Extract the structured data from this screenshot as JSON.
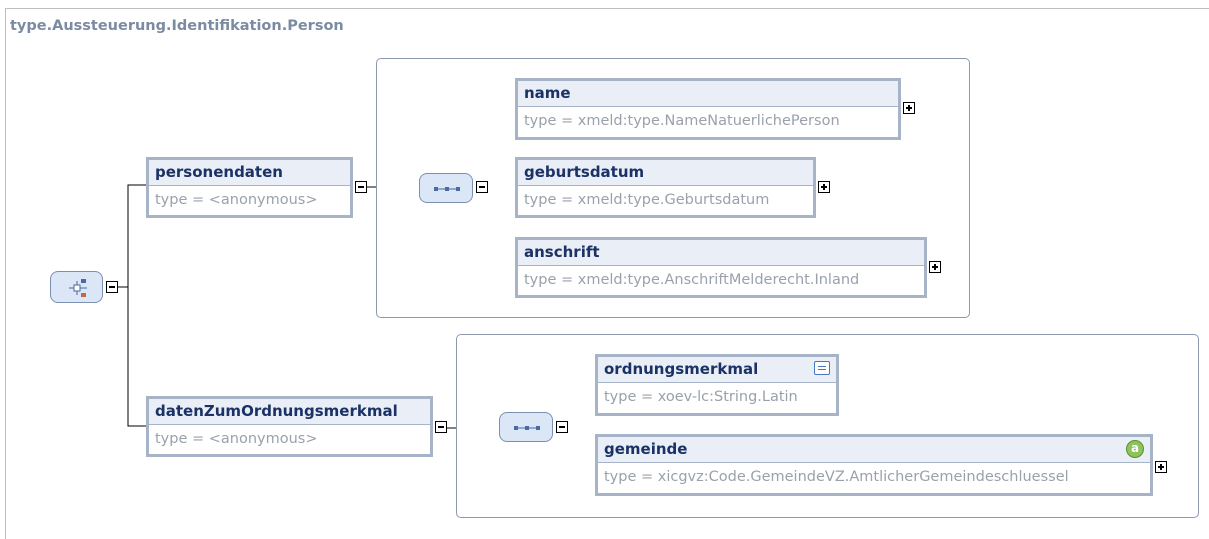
{
  "diagram_title": "type.Aussteuerung.Identifikation.Person",
  "elements": {
    "personendaten": {
      "name": "personendaten",
      "type": "type = <anonymous>"
    },
    "datenZumOrdnungsmerkmal": {
      "name": "datenZumOrdnungsmerkmal",
      "type": "type = <anonymous>"
    },
    "name": {
      "name": "name",
      "type": "type = xmeld:type.NameNatuerlichePerson"
    },
    "geburtsdatum": {
      "name": "geburtsdatum",
      "type": "type = xmeld:type.Geburtsdatum"
    },
    "anschrift": {
      "name": "anschrift",
      "type": "type = xmeld:type.AnschriftMelderecht.Inland"
    },
    "ordnungsmerkmal": {
      "name": "ordnungsmerkmal",
      "type": "type = xoev-lc:String.Latin"
    },
    "gemeinde": {
      "name": "gemeinde",
      "type": "type = xicgvz:Code.GemeindeVZ.AmtlicherGemeindeschluessel",
      "attribute_badge": "a"
    }
  },
  "compositors": [
    "sequence-icon",
    "sequence-icon",
    "sequence-icon"
  ],
  "root_compositor_icon": "sequence-icon"
}
